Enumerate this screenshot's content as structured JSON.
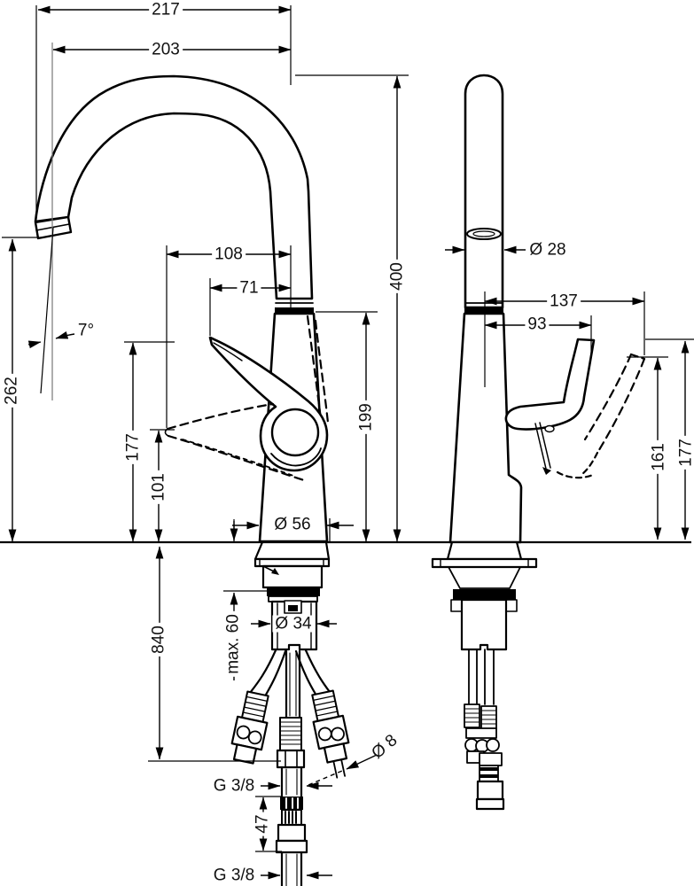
{
  "dimensions": {
    "front_view": {
      "spout_reach_max": "217",
      "spout_reach": "203",
      "lever_tip_raised_proj": "108",
      "lever_tip_proj": "71",
      "spout_angle": "7°",
      "total_height": "400",
      "spout_outlet_height": "262",
      "lever_tip_height": "177",
      "lever_low_height": "101",
      "body_height": "199",
      "base_diameter": "Ø 56",
      "max_mounting_thickness": "max. 60",
      "shank_diameter": "Ø 34",
      "hose_length": "840",
      "connector_thread_top": "G 3/8",
      "hose_diameter": "Ø 8",
      "connector_length": "47",
      "connector_thread_bottom": "G 3/8"
    },
    "side_view": {
      "spout_diameter": "Ø 28",
      "lever_reach_raised": "137",
      "lever_reach": "93",
      "lever_raised_height": "161",
      "lever_top_height": "177"
    }
  }
}
